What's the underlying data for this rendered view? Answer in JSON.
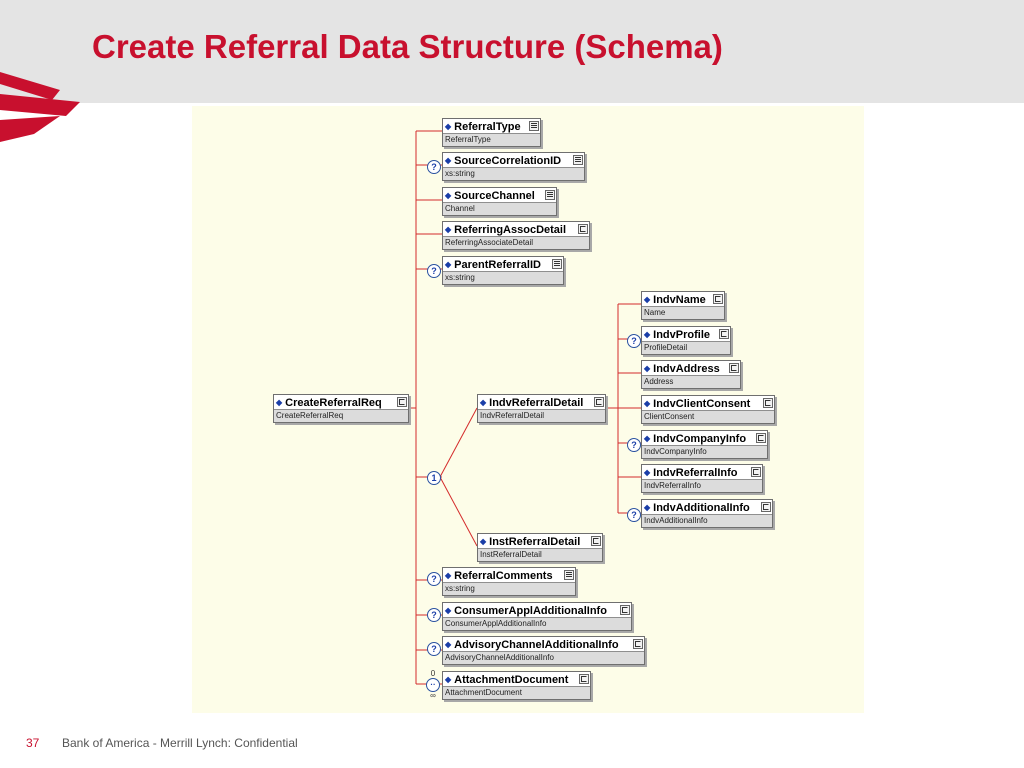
{
  "slide": {
    "title": "Create Referral Data Structure (Schema)",
    "page_number": "37",
    "footer_text": "Bank of America - Merrill Lynch: Confidential"
  },
  "colors": {
    "brand_red": "#c8102e",
    "connector_red": "#d42b2b",
    "panel_bg": "#fdfde8"
  },
  "schema": {
    "root": {
      "name": "CreateReferralReq",
      "type": "CreateReferralReq"
    },
    "children": [
      {
        "name": "ReferralType",
        "type": "ReferralType",
        "optional": false
      },
      {
        "name": "SourceCorrelationID",
        "type": "xs:string",
        "optional": true
      },
      {
        "name": "SourceChannel",
        "type": "Channel",
        "optional": false
      },
      {
        "name": "ReferringAssocDetail",
        "type": "ReferringAssociateDetail",
        "optional": false
      },
      {
        "name": "ParentReferralID",
        "type": "xs:string",
        "optional": true
      },
      {
        "name": "ReferralComments",
        "type": "xs:string",
        "optional": true
      },
      {
        "name": "ConsumerApplAdditionalInfo",
        "type": "ConsumerApplAdditionalInfo",
        "optional": true
      },
      {
        "name": "AdvisoryChannelAdditionalInfo",
        "type": "AdvisoryChannelAdditionalInfo",
        "optional": true
      },
      {
        "name": "AttachmentDocument",
        "type": "AttachmentDocument",
        "optional": true
      }
    ],
    "choice": {
      "marker": "1",
      "options": [
        {
          "name": "IndvReferralDetail",
          "type": "IndvReferralDetail"
        },
        {
          "name": "InstReferralDetail",
          "type": "InstReferralDetail"
        }
      ]
    },
    "indv_children": [
      {
        "name": "IndvName",
        "type": "Name",
        "optional": false
      },
      {
        "name": "IndvProfile",
        "type": "ProfileDetail",
        "optional": true
      },
      {
        "name": "IndvAddress",
        "type": "Address",
        "optional": false
      },
      {
        "name": "IndvClientConsent",
        "type": "ClientConsent",
        "optional": false
      },
      {
        "name": "IndvCompanyInfo",
        "type": "IndvCompanyInfo",
        "optional": true
      },
      {
        "name": "IndvReferralInfo",
        "type": "IndvReferralInfo",
        "optional": false
      },
      {
        "name": "IndvAdditionalInfo",
        "type": "IndvAdditionalInfo",
        "optional": true
      }
    ],
    "attachment_cardinality": {
      "min": "0",
      "max": "∞"
    }
  }
}
